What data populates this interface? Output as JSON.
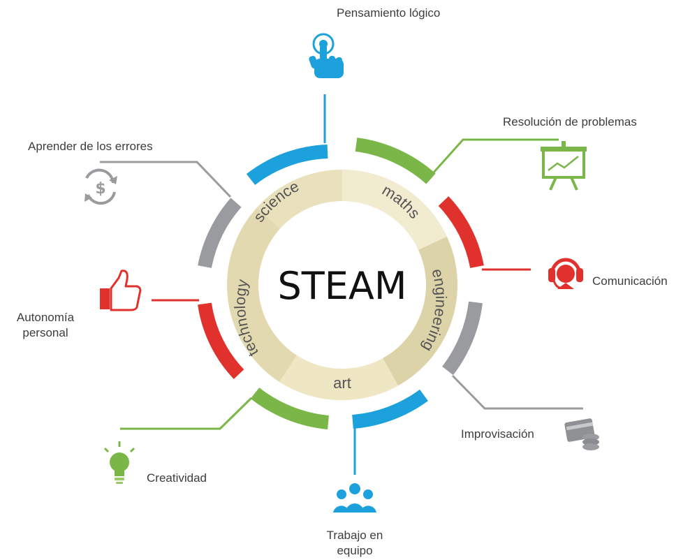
{
  "center_title": "STEAM",
  "disciplines": [
    "science",
    "maths",
    "engineering",
    "art",
    "technology"
  ],
  "skills": {
    "pensamiento": "Pensamiento lógico",
    "resolucion": "Resolución de problemas",
    "comunicacion": "Comunicación",
    "improvisacion": "Improvisación",
    "trabajo_1": "Trabajo en",
    "trabajo_2": "equipo",
    "creatividad": "Creatividad",
    "autonomia_1": "Autonomía",
    "autonomia_2": "personal",
    "aprender": "Aprender de los errores"
  },
  "icons": {
    "pensamiento": "pointing-hand-icon",
    "resolucion": "presentation-board-icon",
    "comunicacion": "headset-icon",
    "improvisacion": "card-and-coins-icon",
    "trabajo": "team-icon",
    "creatividad": "lightbulb-icon",
    "autonomia": "thumbs-up-icon",
    "aprender": "dollar-cycle-icon"
  },
  "colors": {
    "blue": "#1da1dc",
    "green": "#7ab648",
    "red": "#e0312c",
    "gray": "#999b9e",
    "ring_light": "#efe6c4",
    "ring_dark": "#ddd3a8",
    "text": "#3d3d3d"
  }
}
